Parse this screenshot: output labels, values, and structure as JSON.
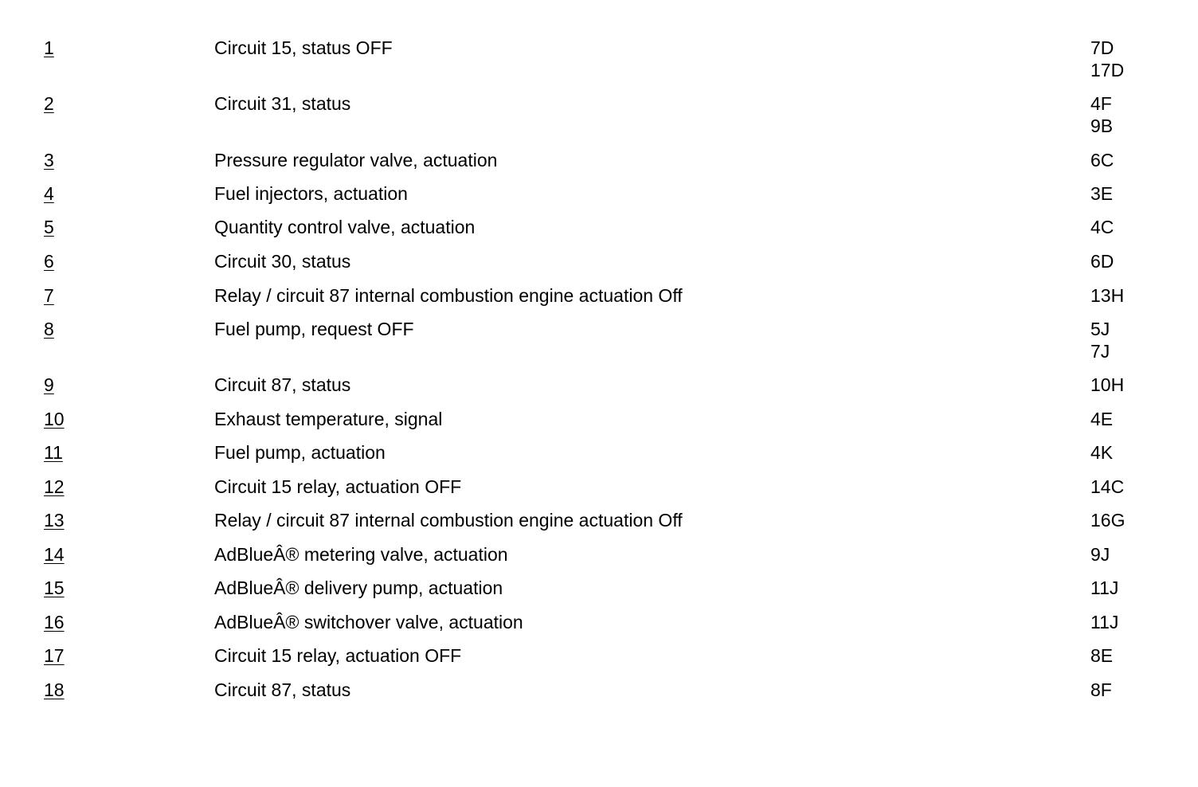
{
  "legend": {
    "rows": [
      {
        "number": "1",
        "description": "Circuit 15, status OFF",
        "refs": [
          "7D",
          "17D"
        ]
      },
      {
        "number": "2",
        "description": "Circuit 31, status",
        "refs": [
          "4F",
          "9B"
        ]
      },
      {
        "number": "3",
        "description": "Pressure regulator valve, actuation",
        "refs": [
          "6C"
        ]
      },
      {
        "number": "4",
        "description": "Fuel injectors, actuation",
        "refs": [
          "3E"
        ]
      },
      {
        "number": "5",
        "description": "Quantity control valve, actuation",
        "refs": [
          "4C"
        ]
      },
      {
        "number": "6",
        "description": "Circuit 30, status",
        "refs": [
          "6D"
        ]
      },
      {
        "number": "7",
        "description": "Relay / circuit 87 internal combustion engine actuation Off",
        "refs": [
          "13H"
        ]
      },
      {
        "number": "8",
        "description": "Fuel pump, request OFF",
        "refs": [
          "5J",
          "7J"
        ]
      },
      {
        "number": "9",
        "description": "Circuit 87, status",
        "refs": [
          "10H"
        ]
      },
      {
        "number": "10",
        "description": "Exhaust temperature, signal",
        "refs": [
          "4E"
        ]
      },
      {
        "number": "11",
        "description": "Fuel pump, actuation",
        "refs": [
          "4K"
        ]
      },
      {
        "number": "12",
        "description": "Circuit 15 relay, actuation OFF",
        "refs": [
          "14C"
        ]
      },
      {
        "number": "13",
        "description": "Relay / circuit 87 internal combustion engine actuation Off",
        "refs": [
          "16G"
        ]
      },
      {
        "number": "14",
        "description": "AdBlueÂ® metering valve, actuation",
        "refs": [
          "9J"
        ]
      },
      {
        "number": "15",
        "description": "AdBlueÂ® delivery pump, actuation",
        "refs": [
          "11J"
        ]
      },
      {
        "number": "16",
        "description": "AdBlueÂ® switchover valve, actuation",
        "refs": [
          "11J"
        ]
      },
      {
        "number": "17",
        "description": "Circuit 15 relay, actuation OFF",
        "refs": [
          "8E"
        ]
      },
      {
        "number": "18",
        "description": "Circuit 87, status",
        "refs": [
          "8F"
        ]
      }
    ]
  }
}
